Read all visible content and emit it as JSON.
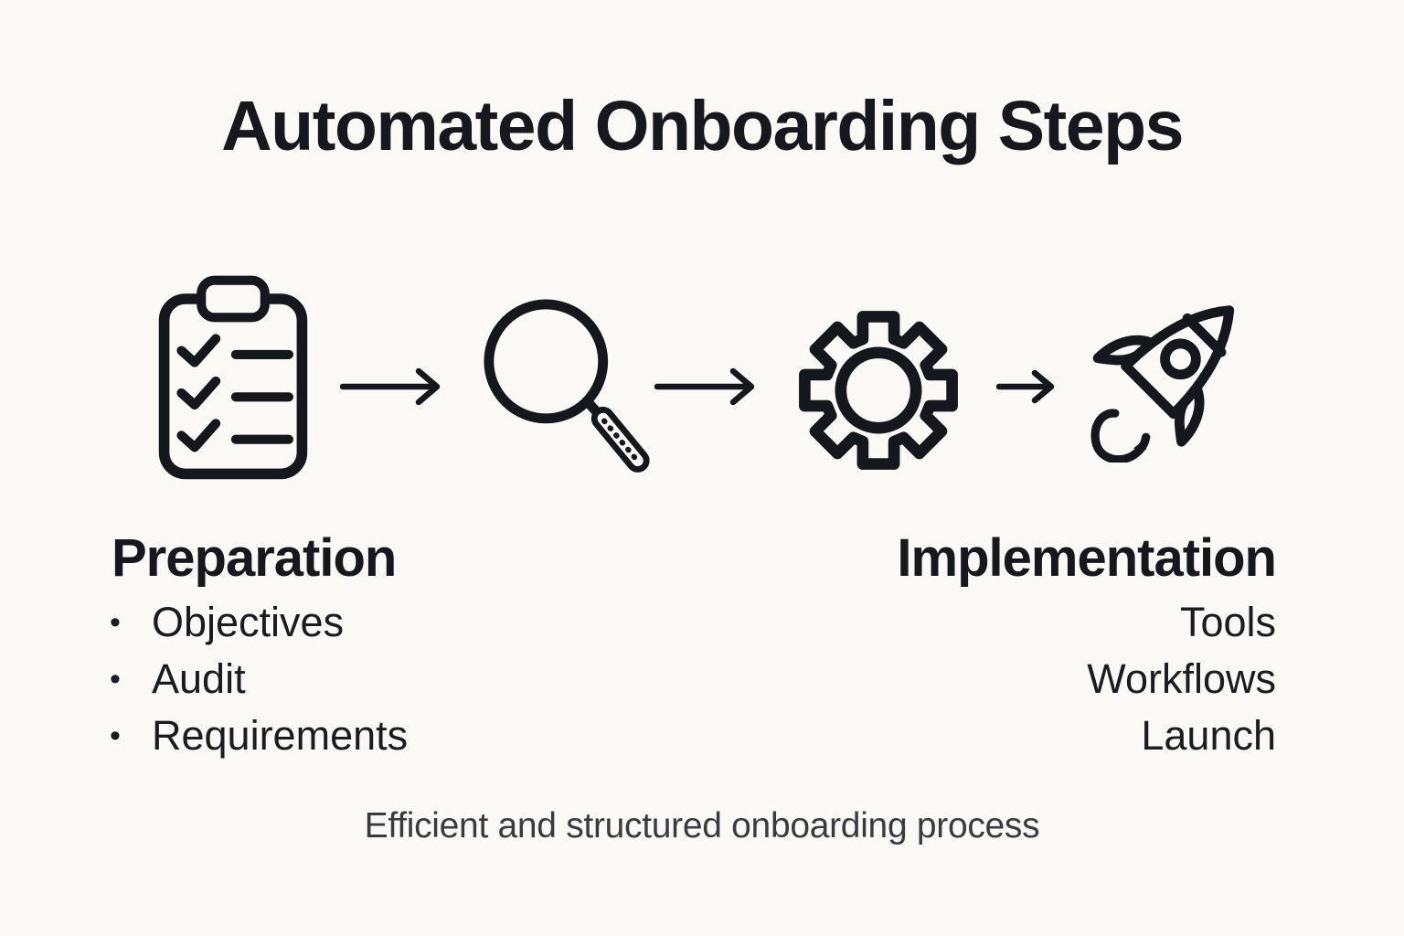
{
  "title": "Automated Onboarding Steps",
  "flow": {
    "steps": [
      {
        "name": "preparation-checklist",
        "icon": "checklist-clipboard-icon"
      },
      {
        "name": "audit-search",
        "icon": "search-icon"
      },
      {
        "name": "configuration",
        "icon": "gear-icon"
      },
      {
        "name": "launch",
        "icon": "rocket-icon"
      }
    ],
    "connector_icon": "arrow-right-icon"
  },
  "sections": {
    "left": {
      "heading": "Preparation",
      "bullet": "•",
      "items": [
        "Objectives",
        "Audit",
        "Requirements"
      ]
    },
    "right": {
      "heading": "Implementation",
      "items": [
        "Tools",
        "Workflows",
        "Launch"
      ]
    }
  },
  "footer": {
    "caption": "Efficient and structured onboarding process"
  },
  "colors": {
    "background": "#faf9f6",
    "ink": "#14171c",
    "muted": "#3a3b40"
  }
}
